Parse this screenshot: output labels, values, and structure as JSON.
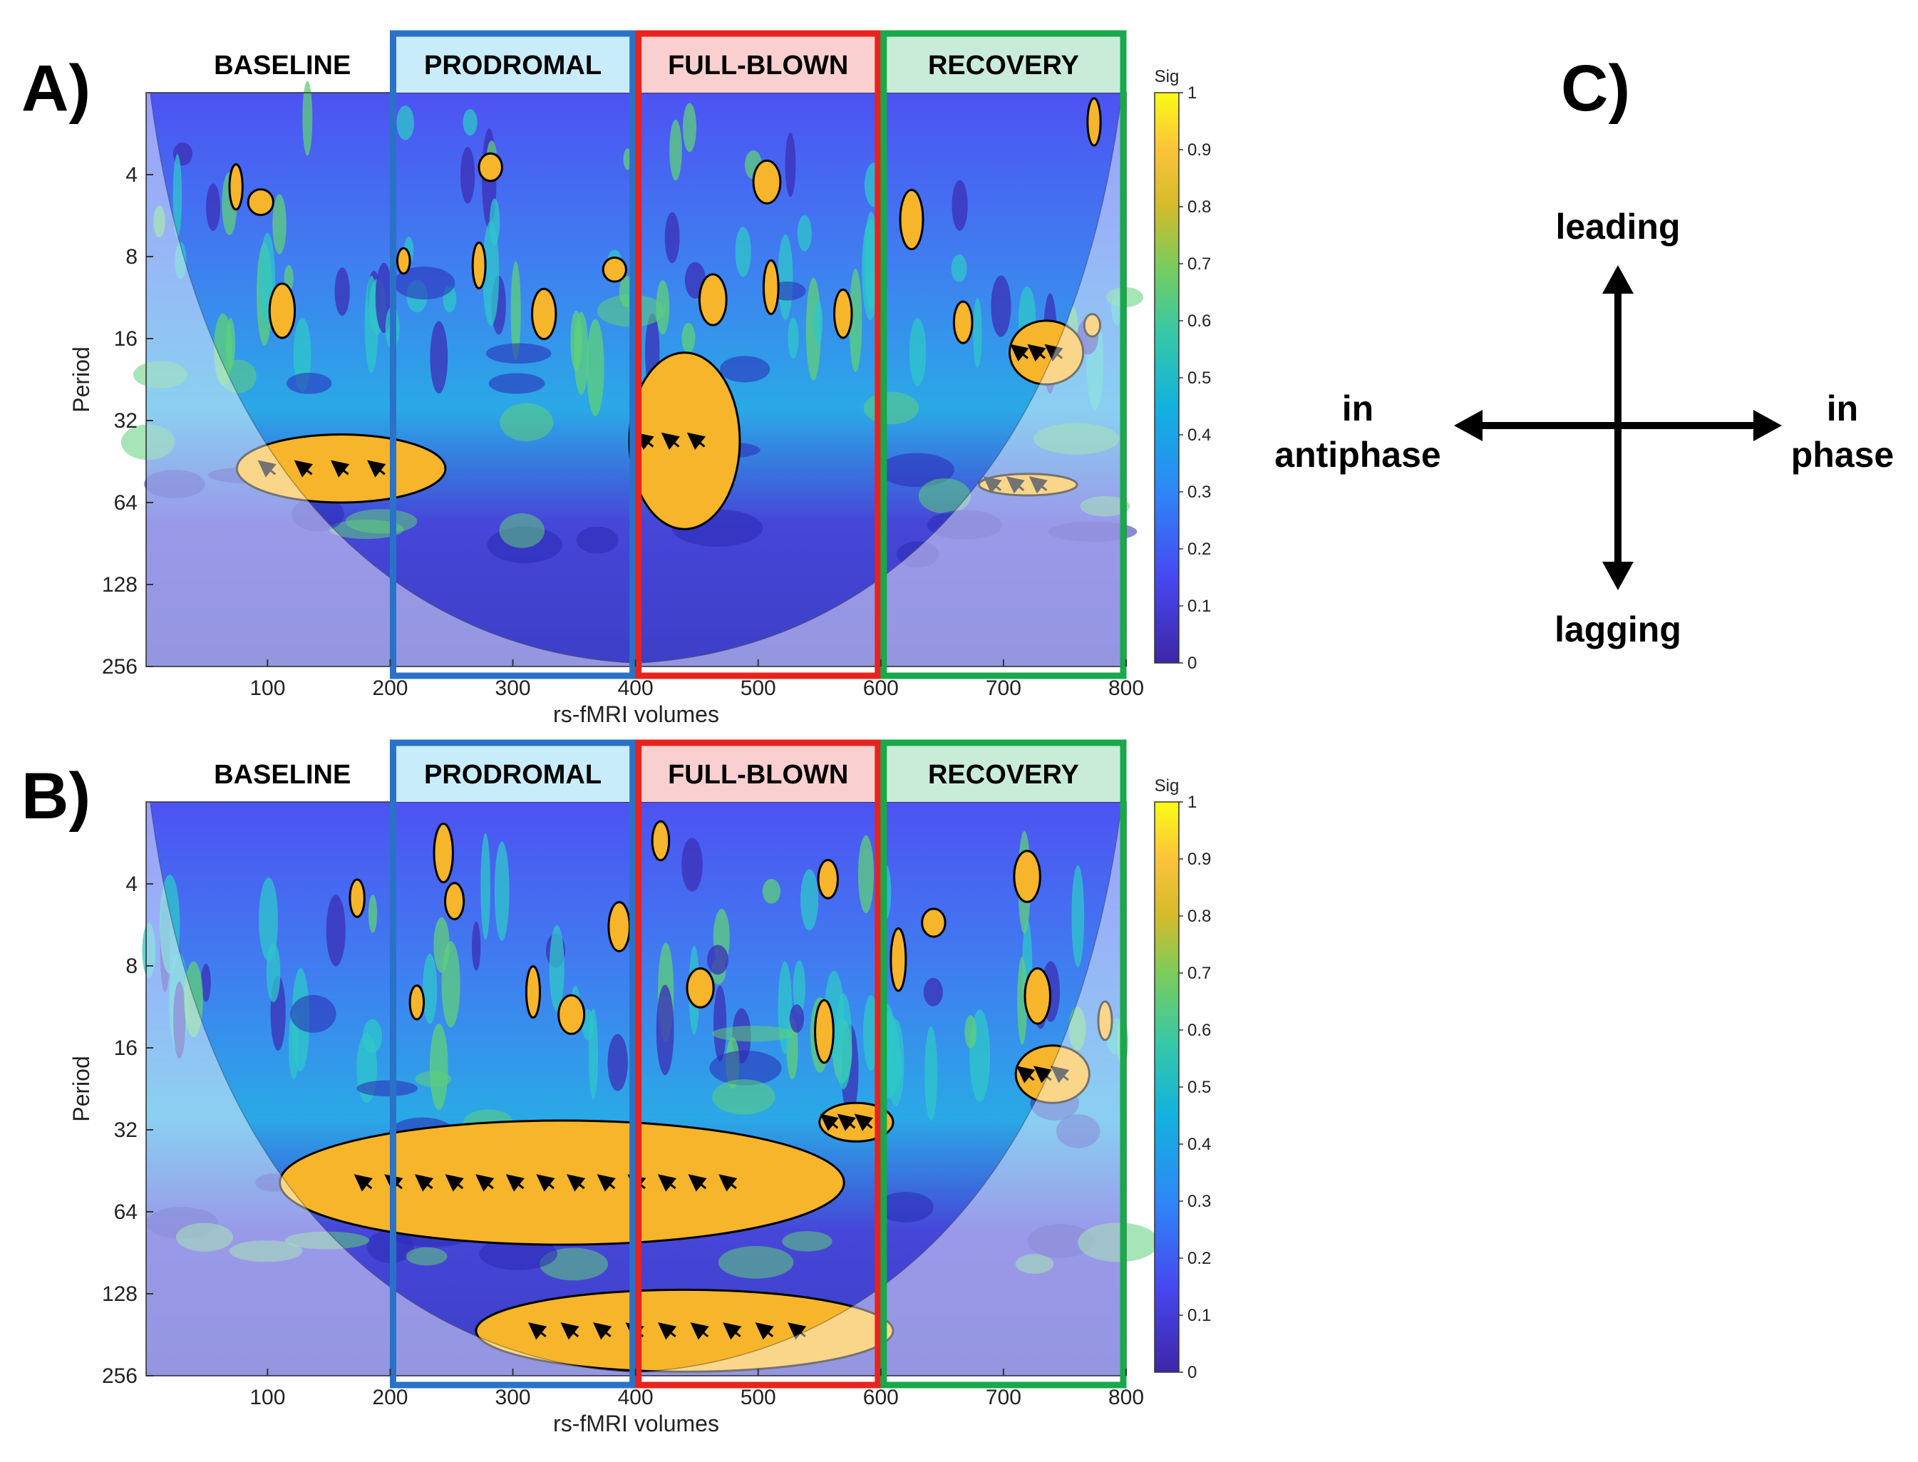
{
  "panels": [
    {
      "letter": "A)",
      "segment_labels": [
        "BASELINE",
        "PRODROMAL",
        "FULL-BLOWN",
        "RECOVERY"
      ]
    },
    {
      "letter": "B)",
      "segment_labels": [
        "BASELINE",
        "PRODROMAL",
        "FULL-BLOWN",
        "RECOVERY"
      ]
    }
  ],
  "colors": {
    "prodromal": "#2a72c7",
    "full_blown": "#e8231e",
    "recovery": "#19a84a",
    "prodromal_fill": "#c8ecf9",
    "full_blown_fill": "#f9cfcf",
    "recovery_fill": "#c9ecd9"
  },
  "legend_c": {
    "letter": "C)",
    "up": "leading",
    "down": "lagging",
    "left_line1": "in",
    "left_line2": "antiphase",
    "right_line1": "in",
    "right_line2": "phase"
  },
  "chart_data": [
    {
      "type": "heatmap",
      "title": "",
      "xlabel": "rs-fMRI volumes",
      "ylabel": "Period",
      "x_ticks": [
        100,
        200,
        300,
        400,
        500,
        600,
        700,
        800
      ],
      "xlim": [
        1,
        800
      ],
      "y_ticks": [
        4,
        8,
        16,
        32,
        64,
        128,
        256
      ],
      "ylim": [
        2,
        256
      ],
      "y_scale": "log2",
      "segments": [
        {
          "label": "PRODROMAL",
          "x": [
            200,
            400
          ]
        },
        {
          "label": "FULL-BLOWN",
          "x": [
            400,
            600
          ]
        },
        {
          "label": "RECOVERY",
          "x": [
            600,
            800
          ]
        }
      ],
      "colorbar": {
        "label": "Sig",
        "ticks": [
          0,
          0.1,
          0.2,
          0.3,
          0.4,
          0.5,
          0.6,
          0.7,
          0.8,
          0.9,
          1
        ],
        "range": [
          0,
          1
        ],
        "colormap": "parula"
      },
      "significant_regions": [
        {
          "x_center": 160,
          "period": 48,
          "x_width": 170,
          "period_range": [
            36,
            64
          ]
        },
        {
          "x_center": 440,
          "period": 38,
          "x_width": 90,
          "period_range": [
            18,
            80
          ]
        },
        {
          "x_center": 720,
          "period": 55,
          "x_width": 80,
          "period_range": [
            50,
            60
          ]
        },
        {
          "x_center": 735,
          "period": 18,
          "x_width": 60,
          "period_range": [
            14,
            24
          ]
        }
      ]
    },
    {
      "type": "heatmap",
      "title": "",
      "xlabel": "rs-fMRI volumes",
      "ylabel": "Period",
      "x_ticks": [
        100,
        200,
        300,
        400,
        500,
        600,
        700,
        800
      ],
      "xlim": [
        1,
        800
      ],
      "y_ticks": [
        4,
        8,
        16,
        32,
        64,
        128,
        256
      ],
      "ylim": [
        2,
        256
      ],
      "y_scale": "log2",
      "segments": [
        {
          "label": "PRODROMAL",
          "x": [
            200,
            400
          ]
        },
        {
          "label": "FULL-BLOWN",
          "x": [
            400,
            600
          ]
        },
        {
          "label": "RECOVERY",
          "x": [
            600,
            800
          ]
        }
      ],
      "colorbar": {
        "label": "Sig",
        "ticks": [
          0,
          0.1,
          0.2,
          0.3,
          0.4,
          0.5,
          0.6,
          0.7,
          0.8,
          0.9,
          1
        ],
        "range": [
          0,
          1
        ],
        "colormap": "parula"
      },
      "significant_regions": [
        {
          "x_center": 340,
          "period": 50,
          "x_width": 460,
          "period_range": [
            28,
            80
          ]
        },
        {
          "x_center": 440,
          "period": 175,
          "x_width": 340,
          "period_range": [
            128,
            256
          ]
        },
        {
          "x_center": 740,
          "period": 20,
          "x_width": 60,
          "period_range": [
            16,
            26
          ]
        },
        {
          "x_center": 580,
          "period": 30,
          "x_width": 60,
          "period_range": [
            26,
            36
          ]
        }
      ]
    }
  ]
}
